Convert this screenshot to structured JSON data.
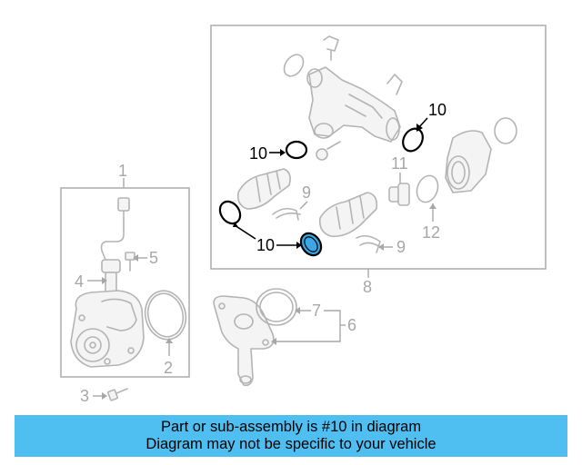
{
  "diagram": {
    "callouts": [
      {
        "id": "c1",
        "text": "1"
      },
      {
        "id": "c2",
        "text": "2"
      },
      {
        "id": "c3",
        "text": "3"
      },
      {
        "id": "c4",
        "text": "4"
      },
      {
        "id": "c5",
        "text": "5"
      },
      {
        "id": "c6",
        "text": "6"
      },
      {
        "id": "c7",
        "text": "7"
      },
      {
        "id": "c8",
        "text": "8"
      },
      {
        "id": "c9a",
        "text": "9"
      },
      {
        "id": "c9b",
        "text": "9"
      },
      {
        "id": "c10a",
        "text": "10"
      },
      {
        "id": "c10b",
        "text": "10"
      },
      {
        "id": "c10c",
        "text": "10"
      },
      {
        "id": "c11",
        "text": "11"
      },
      {
        "id": "c12",
        "text": "12"
      }
    ],
    "highlight_color": "#3aa7e6"
  },
  "banner": {
    "line1": "Part or sub-assembly is #10 in diagram",
    "line2": "Diagram may not be specific to your vehicle",
    "background": "#4fbff2"
  }
}
